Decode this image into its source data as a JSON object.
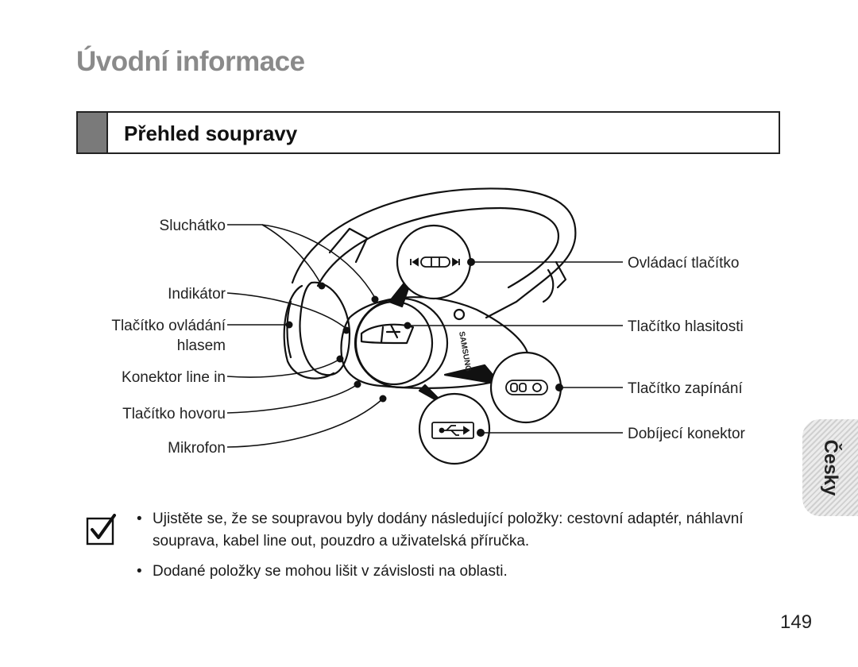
{
  "page": {
    "title": "Úvodní informace",
    "section_heading": "Přehled soupravy",
    "language_tab": "Česky",
    "page_number": "149"
  },
  "diagram": {
    "labels_left": [
      "Sluchátko",
      "Indikátor",
      "Tlačítko ovládání",
      "hlasem",
      "Konektor line in",
      "Tlačítko hovoru",
      "Mikrofon"
    ],
    "labels_right": [
      "Ovládací tlačítko",
      "Tlačítko hlasitosti",
      "Tlačítko zapínání",
      "Dobíjecí konektor"
    ],
    "brand_text": "SAMSUNG"
  },
  "notes": [
    "Ujistěte se, že se soupravou byly dodány následující položky: cestovní adaptér, náhlavní souprava, kabel line out, pouzdro a uživatelská příručka.",
    "Dodané položky se mohou lišit v závislosti na oblasti."
  ],
  "icons": [
    "checkmark-note-icon",
    "usb-icon",
    "power-switch-icon",
    "media-control-icon"
  ]
}
